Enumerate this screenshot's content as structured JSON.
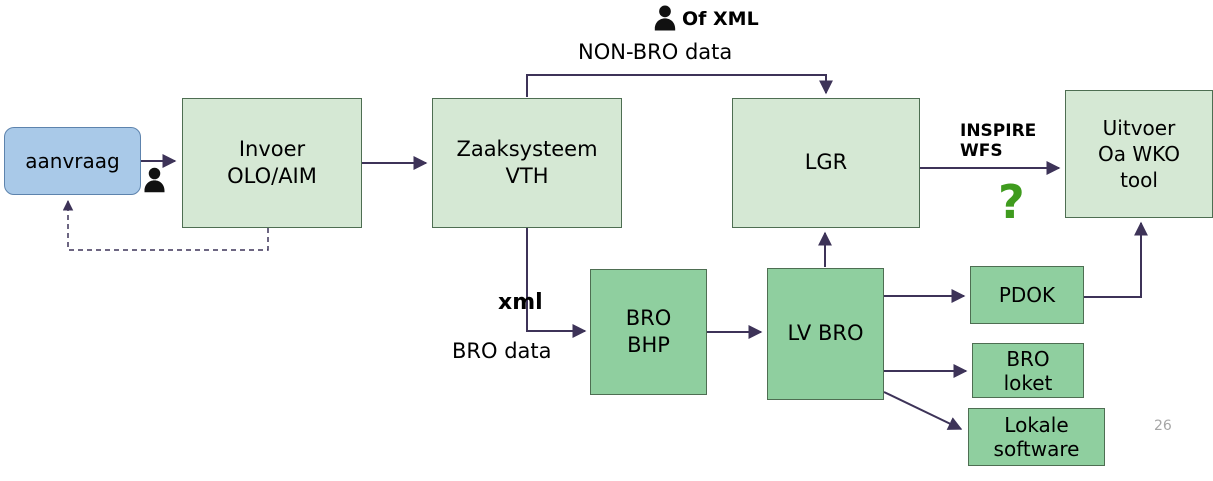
{
  "slide": {
    "page_number": "26"
  },
  "nodes": {
    "aanvraag": {
      "label": "aanvraag"
    },
    "invoer_olo_aim": {
      "label": "Invoer\nOLO/AIM"
    },
    "zaaksysteem_vth": {
      "label": "Zaaksysteem\nVTH"
    },
    "lgr": {
      "label": "LGR"
    },
    "uitvoer_wko": {
      "label": "Uitvoer\nOa WKO\ntool"
    },
    "bro_bhp": {
      "label": "BRO\nBHP"
    },
    "lv_bro": {
      "label": "LV BRO"
    },
    "pdok": {
      "label": "PDOK"
    },
    "bro_loket": {
      "label": "BRO\nloket"
    },
    "lokale_software": {
      "label": "Lokale\nsoftware"
    }
  },
  "annotations": {
    "of_xml": "Of XML",
    "non_bro_data": "NON-BRO data",
    "inspire_wfs": "INSPIRE\nWFS",
    "xml": "xml",
    "bro_data": "BRO data",
    "question_mark": "?"
  },
  "icons": {
    "top": "user-icon",
    "side": "user-icon"
  },
  "colors": {
    "light_blue_fill": "#a9c9e8",
    "light_green_fill": "#d5e8d4",
    "medium_green_fill": "#8fcf9f",
    "arrow": "#3d3358",
    "question_green": "#3f9b1e",
    "page_number_gray": "#a6a6a6"
  }
}
